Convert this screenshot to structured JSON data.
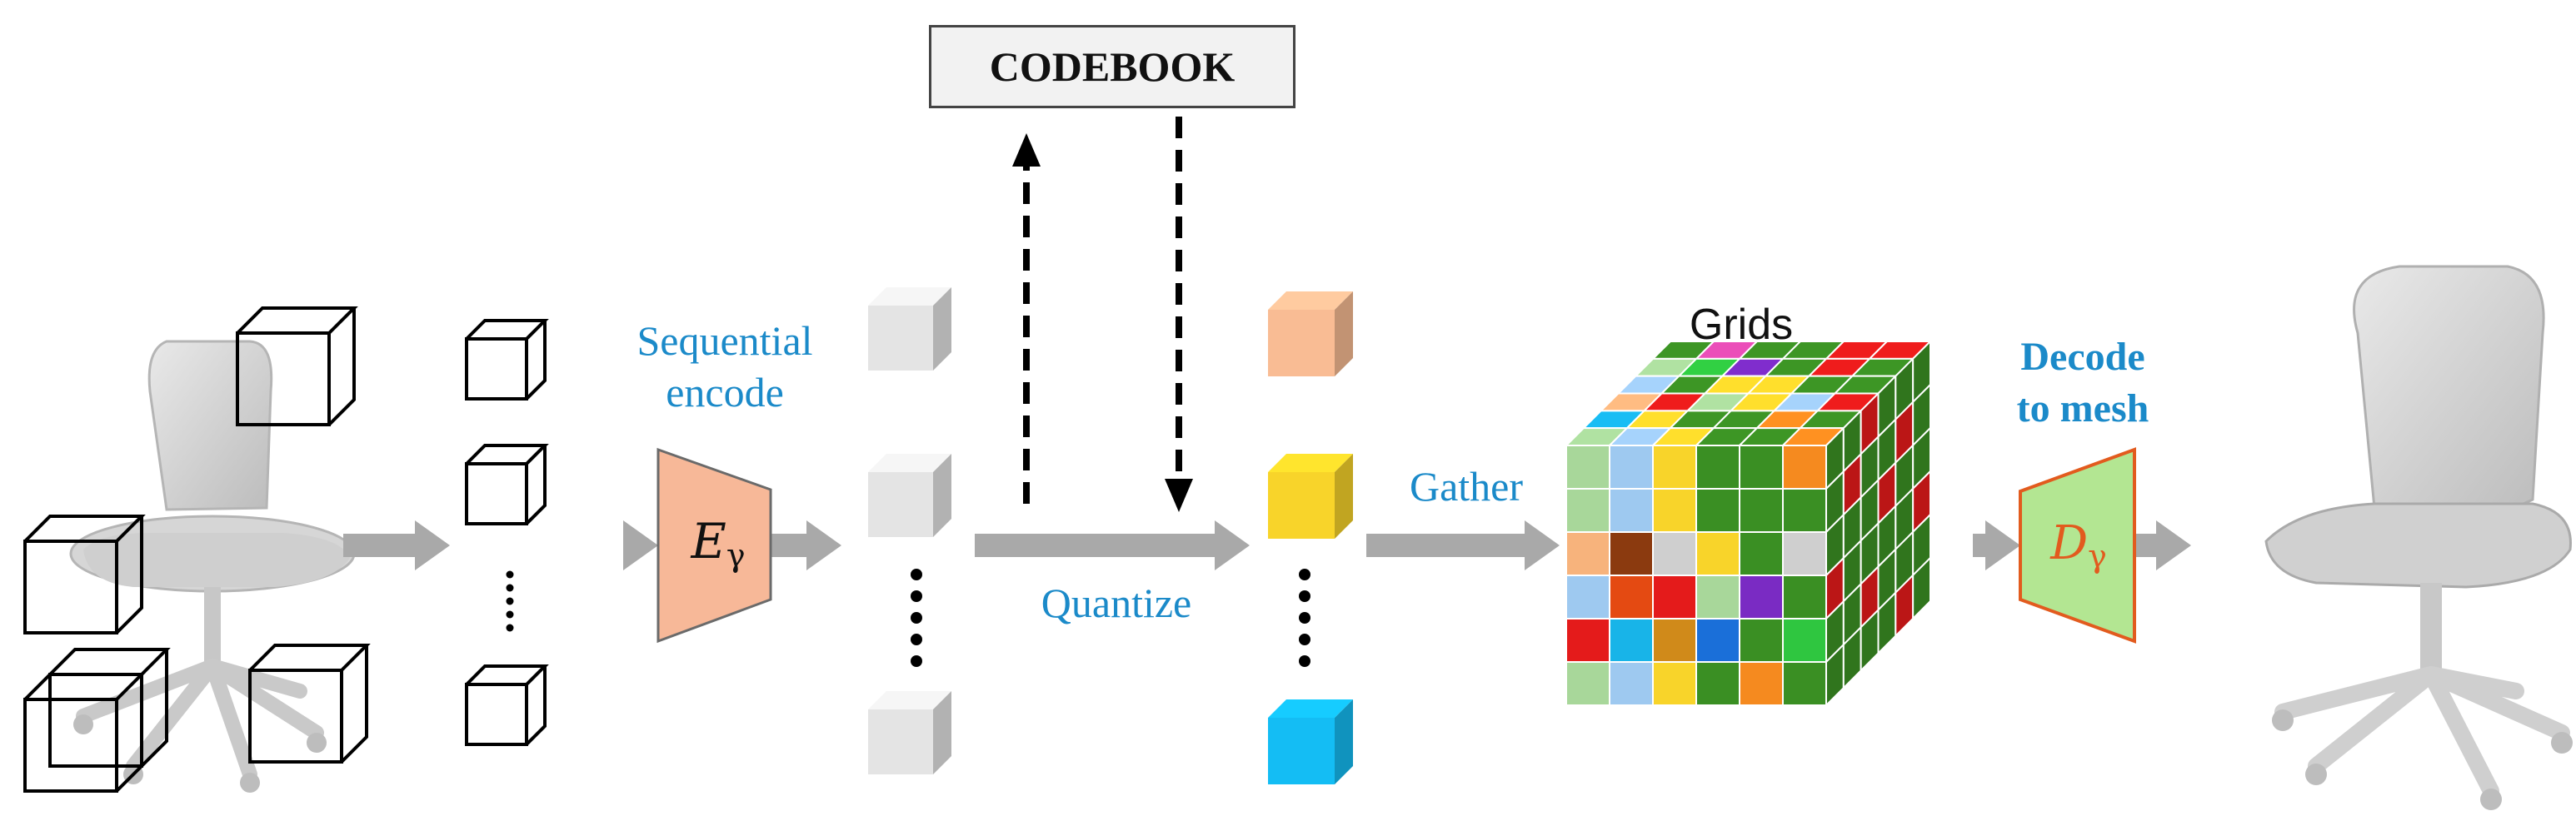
{
  "labels": {
    "codebook": "CODEBOOK",
    "sequential_encode": [
      "Sequential",
      "encode"
    ],
    "quantize": "Quantize",
    "gather": "Gather",
    "grids": "Grids",
    "decode_to_mesh": [
      "Decode",
      "to mesh"
    ],
    "encoder_symbol": "E",
    "encoder_subscript": "γ",
    "decoder_symbol": "D",
    "decoder_subscript": "γ"
  },
  "colors": {
    "label_blue": "#1b8ac9",
    "arrow_gray": "#a9a9a9",
    "encoder_fill": "#f7b898",
    "decoder_fill": "#b3e692",
    "decoder_border": "#e25b1e",
    "chair": "#c9c9c9",
    "latent_gray": "#e4e4e4",
    "quantized_codes": [
      "#f9bc94",
      "#f8d42a",
      "#14bdf4"
    ],
    "grid_palette": {
      "g": "#a8d79a",
      "G": "#3a8f23",
      "b": "#9ec9f0",
      "y": "#f8d42a",
      "o": "#f58a1f",
      "r": "#e41b1b",
      "R": "#e44a12",
      "w": "#cfcfcf",
      "k": "#8b3a0f",
      "p": "#7a2bc3",
      "c": "#18b4e8",
      "d": "#d08a1a",
      "B": "#1a6fd9",
      "L": "#2fc640",
      "P": "#f7b37c",
      "m": "#e04ab0"
    },
    "grid_front": [
      "gbyGGo",
      "gbyGGG",
      "PkwyGw",
      "bRrgpG",
      "rcdBGL",
      "gbyGoG"
    ]
  }
}
